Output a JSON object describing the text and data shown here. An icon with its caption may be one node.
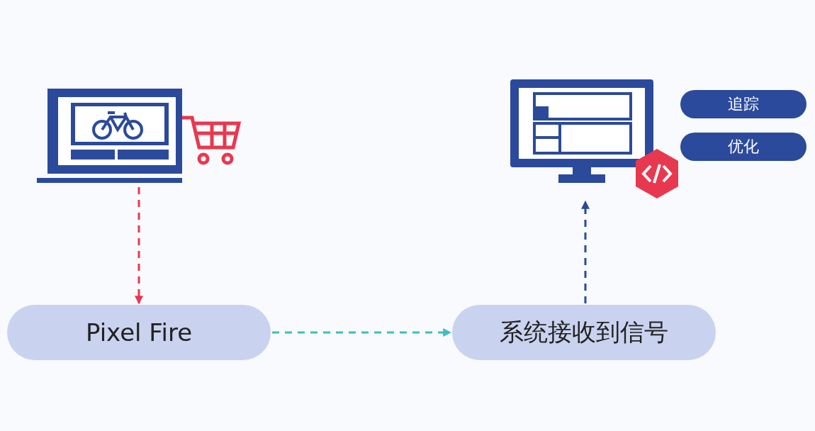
{
  "diagram": {
    "nodes": [
      {
        "text": [],
        "shape": "picture"
      },
      {
        "text": [],
        "shape": "picture"
      },
      {
        "text": [
          "追踪"
        ]
      },
      {
        "text": [
          "优化"
        ]
      },
      {
        "text": [
          "Pixel Fire"
        ]
      },
      {
        "text": [
          "系统接收到信号"
        ]
      }
    ],
    "edges": [
      {
        "from": 0,
        "to": 4,
        "arrow": "to",
        "style": "dashed",
        "color": "#e8384f"
      },
      {
        "from": 4,
        "to": 5,
        "arrow": "to",
        "style": "dashed",
        "color": "#3bbfc0"
      },
      {
        "from": 5,
        "to": 1,
        "arrow": "to",
        "style": "dashed",
        "color": "#2b4a9b"
      }
    ]
  }
}
